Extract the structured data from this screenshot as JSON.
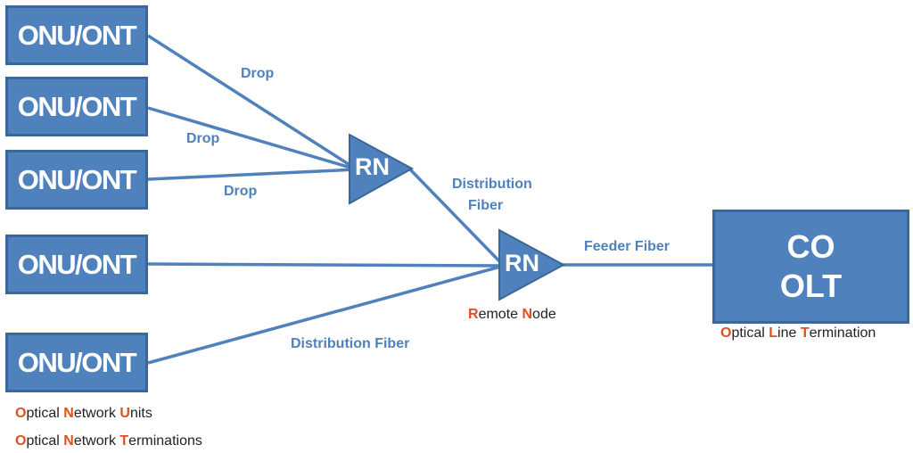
{
  "colors": {
    "box": "#4f81bd",
    "border": "#3a6797",
    "line": "#4f81bd",
    "highlight": "#e0501c"
  },
  "onu_label": "ONU/ONT",
  "rn_label": "RN",
  "olt": {
    "line1": "CO",
    "line2": "OLT"
  },
  "links": {
    "drop1": "Drop",
    "drop2": "Drop",
    "drop3": "Drop",
    "distribution_top": "Distribution",
    "distribution_top_2": "Fiber",
    "distribution_bottom": "Distribution Fiber",
    "feeder": "Feeder Fiber"
  },
  "legend_rn": [
    {
      "h": "R",
      "t": "emote "
    },
    {
      "h": "N",
      "t": "ode"
    }
  ],
  "legend_olt": [
    {
      "h": "O",
      "t": "ptical "
    },
    {
      "h": "L",
      "t": "ine "
    },
    {
      "h": "T",
      "t": "ermination"
    }
  ],
  "legend_onu": [
    {
      "h": "O",
      "t": "ptical "
    },
    {
      "h": "N",
      "t": "etwork "
    },
    {
      "h": "U",
      "t": "nits"
    }
  ],
  "legend_ont": [
    {
      "h": "O",
      "t": "ptical "
    },
    {
      "h": "N",
      "t": "etwork "
    },
    {
      "h": "T",
      "t": "erminations"
    }
  ]
}
